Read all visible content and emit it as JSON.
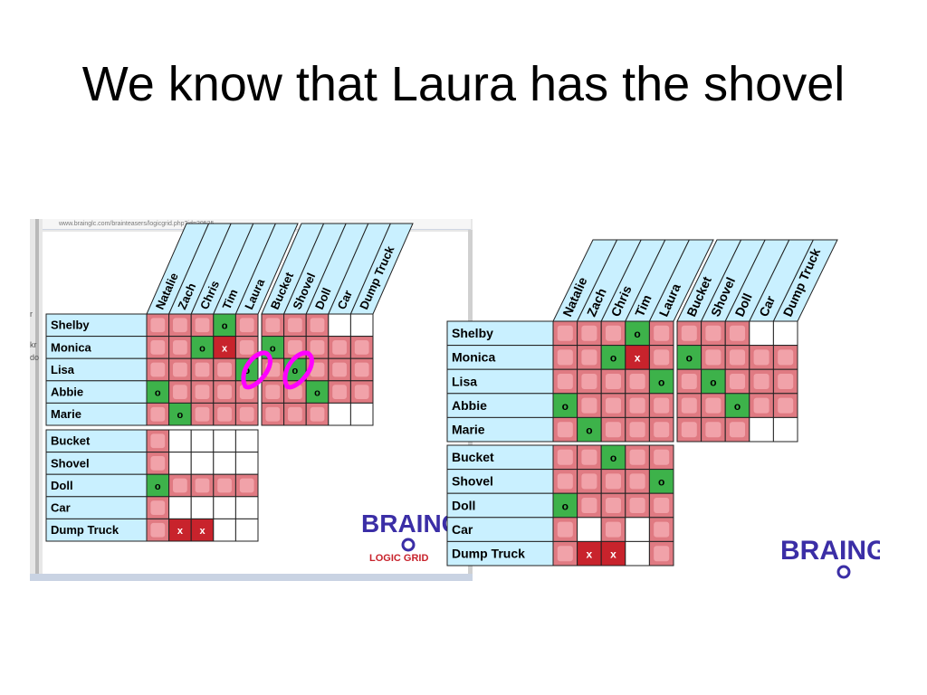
{
  "title": "We know that Laura has the shovel",
  "url_fragment": "www.brainglc.com/brainteasers/logicgrid.php?id=20525",
  "people_columns": [
    "Natalie",
    "Zach",
    "Chris",
    "Tim",
    "Laura"
  ],
  "toy_columns": [
    "Bucket",
    "Shovel",
    "Doll",
    "Car",
    "Dump Truck"
  ],
  "rows_top": [
    "Shelby",
    "Monica",
    "Lisa",
    "Abbie",
    "Marie"
  ],
  "rows_bottom": [
    "Bucket",
    "Shovel",
    "Doll",
    "Car",
    "Dump Truck"
  ],
  "marks": {
    "o": "o",
    "x": "x"
  },
  "colors": {
    "eliminated": "#e07a82",
    "eliminated_inner": "#f1a2a9",
    "yes": "#3db24a",
    "no": "#c8232c",
    "label_bg": "#c9f0ff",
    "header_bg": "#c9f0ff",
    "annotation": "#ff00ff"
  },
  "left_grid": {
    "top": [
      [
        "r",
        "r",
        "r",
        "o",
        "r",
        "r",
        "r",
        "r",
        "w",
        "w"
      ],
      [
        "r",
        "r",
        "o",
        "x",
        "r",
        "o",
        "r",
        "r",
        "r",
        "r"
      ],
      [
        "r",
        "r",
        "r",
        "r",
        "o",
        "r",
        "o",
        "r",
        "r",
        "r"
      ],
      [
        "o",
        "r",
        "r",
        "r",
        "r",
        "r",
        "r",
        "o",
        "r",
        "r"
      ],
      [
        "r",
        "o",
        "r",
        "r",
        "r",
        "r",
        "r",
        "r",
        "w",
        "w"
      ]
    ],
    "bottom": [
      [
        "r",
        "w",
        "w",
        "w",
        "w"
      ],
      [
        "r",
        "w",
        "w",
        "w",
        "w"
      ],
      [
        "o",
        "r",
        "r",
        "r",
        "r"
      ],
      [
        "r",
        "w",
        "w",
        "w",
        "w"
      ],
      [
        "r",
        "x",
        "x",
        "w",
        "w"
      ]
    ],
    "logo_text": "BRAINGLE",
    "logo_sub": "LOGIC GRID",
    "side_fragments": [
      "r",
      "kr",
      "do"
    ]
  },
  "right_grid": {
    "top": [
      [
        "r",
        "r",
        "r",
        "o",
        "r",
        "r",
        "r",
        "r",
        "w",
        "w"
      ],
      [
        "r",
        "r",
        "o",
        "x",
        "r",
        "o",
        "r",
        "r",
        "r",
        "r"
      ],
      [
        "r",
        "r",
        "r",
        "r",
        "o",
        "r",
        "o",
        "r",
        "r",
        "r"
      ],
      [
        "o",
        "r",
        "r",
        "r",
        "r",
        "r",
        "r",
        "o",
        "r",
        "r"
      ],
      [
        "r",
        "o",
        "r",
        "r",
        "r",
        "r",
        "r",
        "r",
        "w",
        "w"
      ]
    ],
    "bottom": [
      [
        "r",
        "r",
        "o",
        "r",
        "r"
      ],
      [
        "r",
        "r",
        "r",
        "r",
        "o"
      ],
      [
        "o",
        "r",
        "r",
        "r",
        "r"
      ],
      [
        "r",
        "w",
        "r",
        "w",
        "r"
      ],
      [
        "r",
        "x",
        "x",
        "w",
        "r"
      ]
    ],
    "logo_text": "BRAINGLE"
  }
}
